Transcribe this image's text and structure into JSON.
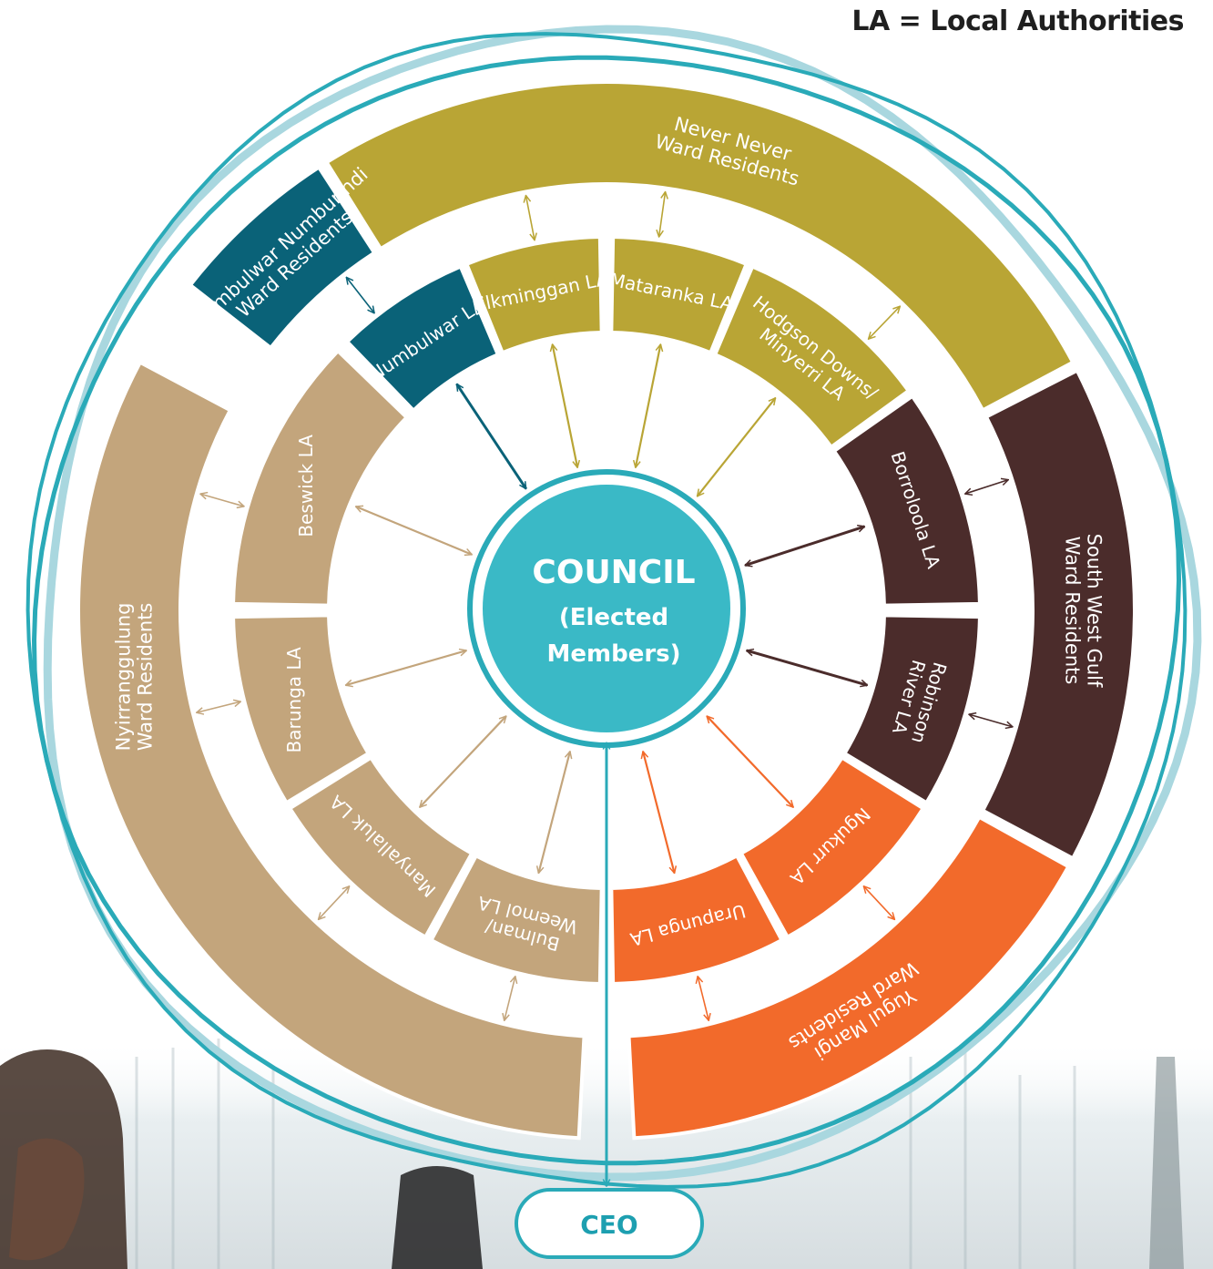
{
  "legend": "LA = Local Authorities",
  "colors": {
    "teal": "#3ab9c6",
    "ring_outline": "#2aaab8",
    "ring_outline_light": "#a9d7df",
    "numbulwar": "#0a6278",
    "olive": "#b9a535",
    "brown": "#4b2c2b",
    "tan": "#c3a57c",
    "orange": "#f26a2b",
    "photo_fill": "#e8eef0"
  },
  "council": {
    "line1": "COUNCIL",
    "line2": "(Elected",
    "line3": "Members)"
  },
  "ceo": "CEO",
  "wards": [
    {
      "key": "never_never",
      "lines": [
        "Never Never",
        "Ward Residents"
      ],
      "color": "olive"
    },
    {
      "key": "numbulwar_ward",
      "lines": [
        "Numbulwar Numburindi",
        "Ward Residents"
      ],
      "color": "numbulwar"
    },
    {
      "key": "south_west_gulf",
      "lines": [
        "South West Gulf",
        "Ward Residents"
      ],
      "color": "brown"
    },
    {
      "key": "yugul_mangi",
      "lines": [
        "Yugul Mangi",
        "Ward Residents"
      ],
      "color": "orange"
    },
    {
      "key": "nyirranggulung",
      "lines": [
        "Nyirranggulung",
        "Ward Residents"
      ],
      "color": "tan"
    }
  ],
  "authorities": [
    {
      "key": "numbulwar",
      "lines": [
        "Numbulwar LA"
      ],
      "color": "numbulwar"
    },
    {
      "key": "jilkminggan",
      "lines": [
        "Jilkminggan LA"
      ],
      "color": "olive"
    },
    {
      "key": "mataranka",
      "lines": [
        "Mataranka LA"
      ],
      "color": "olive"
    },
    {
      "key": "hodgson",
      "lines": [
        "Hodgson Downs/",
        "Minyerri  LA"
      ],
      "color": "olive"
    },
    {
      "key": "borroloola",
      "lines": [
        "Borroloola LA"
      ],
      "color": "brown"
    },
    {
      "key": "robinson",
      "lines": [
        "Robinson",
        "River  LA"
      ],
      "color": "brown"
    },
    {
      "key": "ngukurr",
      "lines": [
        "Ngukurr LA"
      ],
      "color": "orange"
    },
    {
      "key": "urapunga",
      "lines": [
        "Urapunga LA"
      ],
      "color": "orange"
    },
    {
      "key": "bulman",
      "lines": [
        "Bulman/",
        "Weemol  LA"
      ],
      "color": "tan"
    },
    {
      "key": "manyallaluk",
      "lines": [
        "Manyallaluk LA"
      ],
      "color": "tan"
    },
    {
      "key": "barunga",
      "lines": [
        "Barunga LA"
      ],
      "color": "tan"
    },
    {
      "key": "beswick",
      "lines": [
        "Beswick LA"
      ],
      "color": "tan"
    }
  ]
}
